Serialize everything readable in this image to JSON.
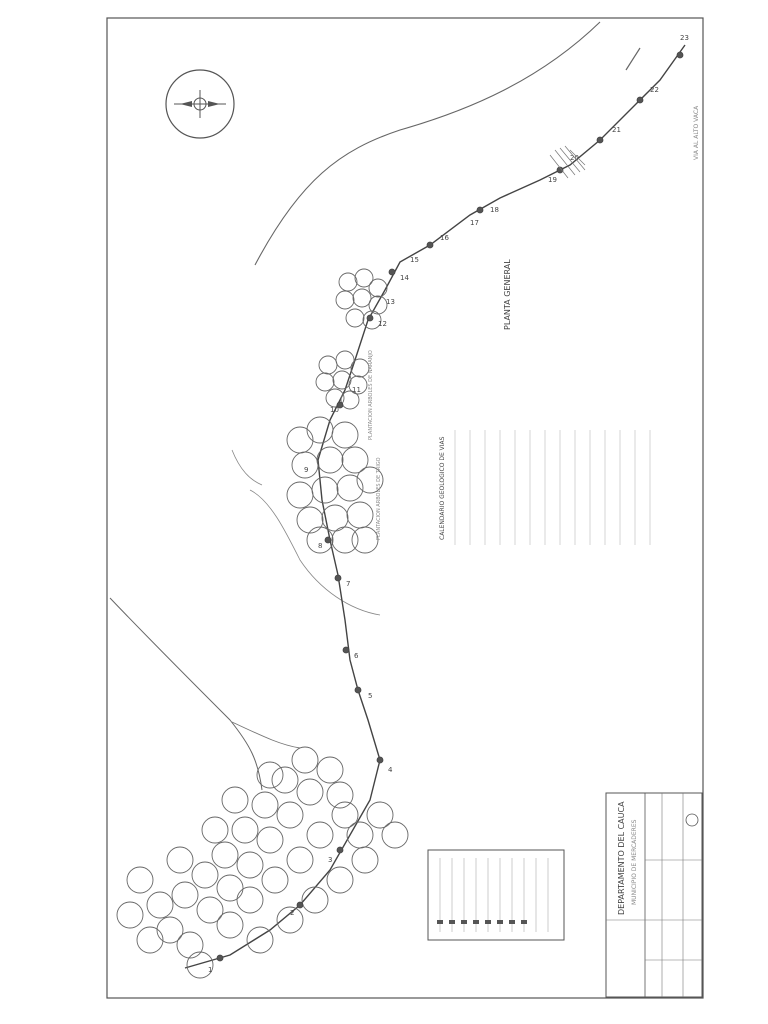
{
  "title_block": {
    "department": "DEPARTAMENTO DEL CAUCA",
    "municipality": "MUNICIPIO DE MERCADERES"
  },
  "labels": {
    "plan_title": "PLANTA GENERAL",
    "trees_note_a": "PLANTACION ARBOLES DE NARANJO",
    "trees_note_b": "PLANTACION ARBOLES DE TRIGO",
    "table_title": "CALENDARIO GEOLOGICO DE VIAS",
    "top_tag": "VIA AL ALTO VACA"
  },
  "stations": [
    "1",
    "2",
    "3",
    "4",
    "5",
    "6",
    "7",
    "8",
    "9",
    "10",
    "11",
    "12",
    "13",
    "14",
    "15",
    "16",
    "17",
    "18",
    "19",
    "20",
    "21",
    "22",
    "23"
  ],
  "colors": {
    "line": "#555555",
    "faint": "#8a8a8a",
    "paper": "#ffffff"
  }
}
